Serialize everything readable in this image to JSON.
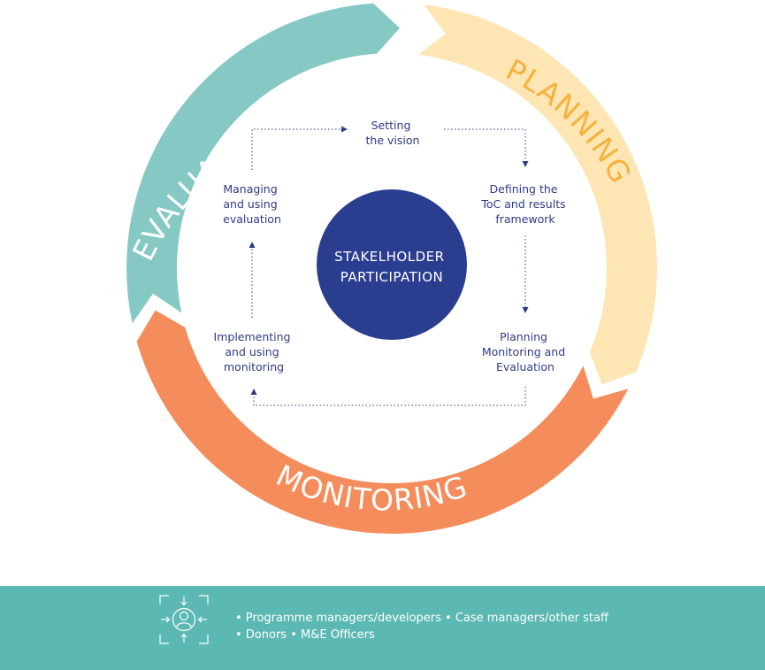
{
  "cycle": {
    "segments": [
      {
        "key": "planning",
        "label": "PLANNING",
        "color": "#fde6b4",
        "text_color": "#f5b23c"
      },
      {
        "key": "monitoring",
        "label": "MONITORING",
        "color": "#f48c5b",
        "text_color": "#ffffff"
      },
      {
        "key": "evaluation",
        "label": "EVALUATION",
        "color": "#86c9c4",
        "text_color": "#ffffff"
      }
    ],
    "stages": [
      {
        "key": "setting-vision",
        "lines": [
          "Setting",
          "the vision"
        ]
      },
      {
        "key": "defining-toc",
        "lines": [
          "Defining the",
          "ToC and results",
          "framework"
        ]
      },
      {
        "key": "planning-me",
        "lines": [
          "Planning",
          "Monitoring and",
          "Evaluation"
        ]
      },
      {
        "key": "implementing-monitoring",
        "lines": [
          "Implementing",
          "and using",
          "monitoring"
        ]
      },
      {
        "key": "managing-evaluation",
        "lines": [
          "Managing",
          "and using",
          "evaluation"
        ]
      }
    ],
    "center": {
      "lines": [
        "STAKELHOLDER",
        "PARTICIPATION"
      ],
      "color": "#2b3d8f"
    },
    "connector_color": "#2d3b86"
  },
  "footer": {
    "background": "#5cb8b2",
    "icon": "stakeholder-focus-icon",
    "line1": "• Programme managers/developers • Case managers/other staff",
    "line2": "• Donors • M&E Officers"
  }
}
